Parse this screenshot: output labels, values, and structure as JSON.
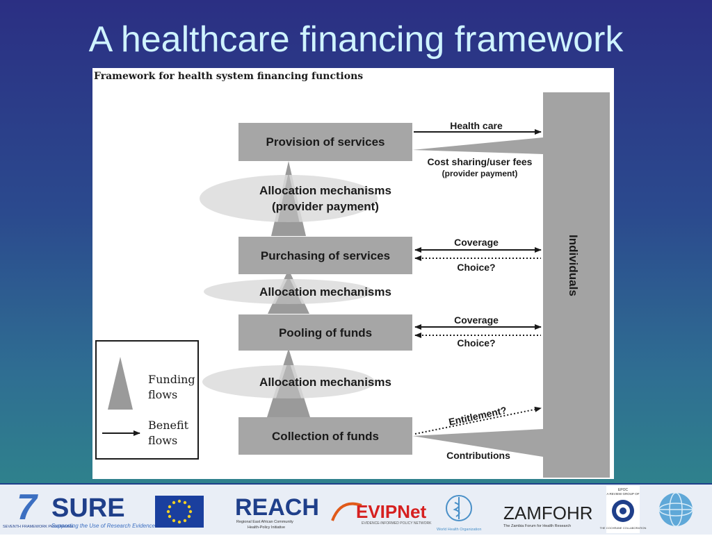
{
  "slide": {
    "title": "A healthcare financing framework"
  },
  "figure": {
    "caption": "Framework for health system financing functions",
    "boxes": {
      "provision": "Provision of services",
      "purchasing": "Purchasing of services",
      "pooling": "Pooling of funds",
      "collection": "Collection of funds"
    },
    "allocation": {
      "first_line1": "Allocation mechanisms",
      "first_line2": "(provider payment)",
      "second": "Allocation mechanisms",
      "third": "Allocation mechanisms"
    },
    "arrows": {
      "health_care": "Health care",
      "cost_sharing_line1": "Cost sharing/user fees",
      "cost_sharing_line2": "(provider payment)",
      "coverage_1": "Coverage",
      "choice_1": "Choice?",
      "coverage_2": "Coverage",
      "choice_2": "Choice?",
      "entitlement": "Entitlement?",
      "contributions": "Contributions"
    },
    "individuals": "Individuals",
    "legend": {
      "funding_line1": "Funding",
      "funding_line2": "flows",
      "benefit_line1": "Benefit",
      "benefit_line2": "flows"
    }
  },
  "logos": {
    "seventh_number": "7",
    "seventh_caption": "SEVENTH FRAMEWORK PROGRAMME",
    "sure_name": "SURE",
    "sure_tagline": "Supporting the Use of Research Evidence",
    "reach_name": "REACH",
    "reach_sub1": "Regional East African Community",
    "reach_sub2": "Health-Policy Initiative",
    "evip_name": "EVIPNet",
    "evip_sub": "EVIDENCE-INFORMED POLICY NETWORK",
    "who_caption": "World Health Organization",
    "zamfohr_name": "ZAMFOHR",
    "zamfohr_sub": "The Zambia Forum for Health Research",
    "epoc_top1": "EPOC",
    "epoc_top2": "A REVIEW GROUP OF",
    "cochrane_caption": "THE COCHRANE COLLABORATION"
  },
  "colors": {
    "title_text": "#cff3ff",
    "box_gray": "#a6a6a6",
    "funnel_gray": "#9a9a9a",
    "ellipse_gray": "#dcdcdc",
    "individuals_gray": "#a3a3a3"
  }
}
